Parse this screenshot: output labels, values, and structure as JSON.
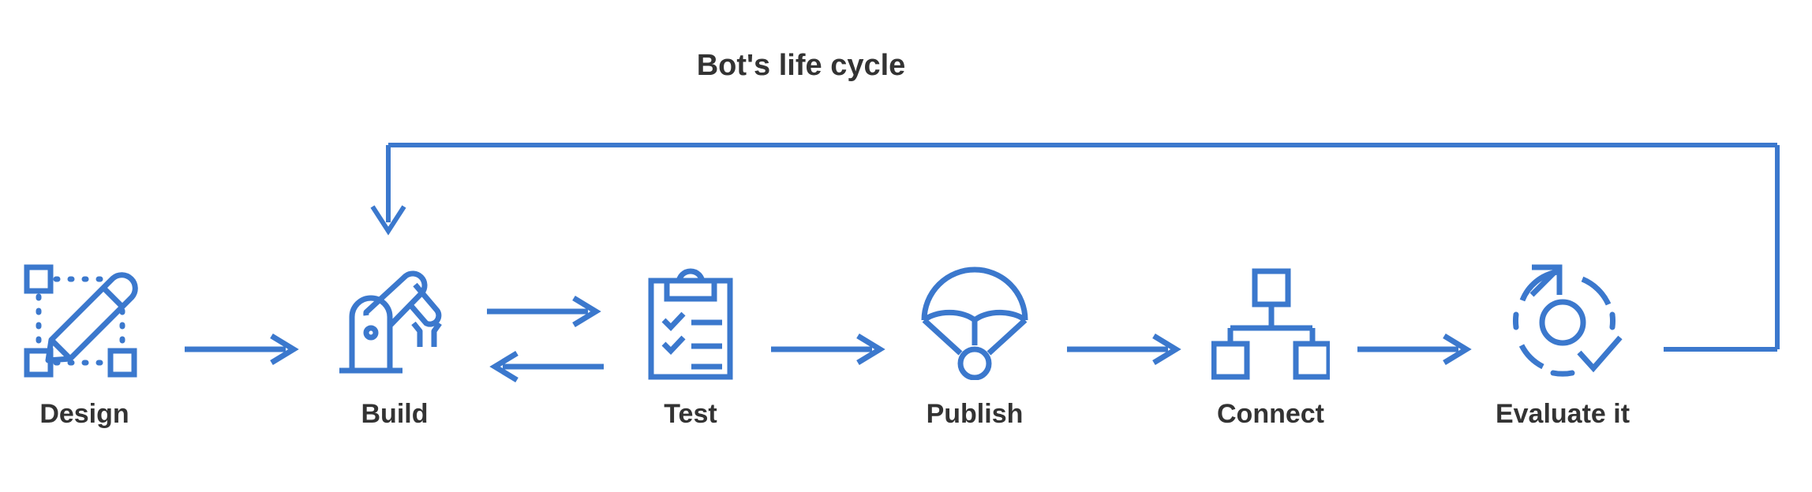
{
  "diagram": {
    "title": "Bot's life cycle",
    "type": "process-flow-cycle",
    "accent_color": "#3b78cd",
    "text_color": "#333333",
    "background_color": "#ffffff",
    "stages": [
      {
        "id": "design",
        "label": "Design",
        "icon": "pencil-selection-icon"
      },
      {
        "id": "build",
        "label": "Build",
        "icon": "robot-arm-icon"
      },
      {
        "id": "test",
        "label": "Test",
        "icon": "clipboard-checklist-icon"
      },
      {
        "id": "publish",
        "label": "Publish",
        "icon": "parachute-icon"
      },
      {
        "id": "connect",
        "label": "Connect",
        "icon": "hierarchy-icon"
      },
      {
        "id": "evaluate",
        "label": "Evaluate it",
        "icon": "refresh-check-circle-icon"
      }
    ],
    "connectors": [
      {
        "id": "design-to-build",
        "from": "design",
        "to": "build",
        "kind": "arrow-right"
      },
      {
        "id": "build-to-test",
        "from": "build",
        "to": "test",
        "kind": "arrow-right"
      },
      {
        "id": "test-to-build",
        "from": "test",
        "to": "build",
        "kind": "arrow-left"
      },
      {
        "id": "test-to-publish",
        "from": "test",
        "to": "publish",
        "kind": "arrow-right"
      },
      {
        "id": "publish-to-connect",
        "from": "publish",
        "to": "connect",
        "kind": "arrow-right"
      },
      {
        "id": "connect-to-evaluate",
        "from": "connect",
        "to": "evaluate",
        "kind": "arrow-right"
      },
      {
        "id": "evaluate-to-build",
        "from": "evaluate",
        "to": "build",
        "kind": "feedback-loop-arrow"
      }
    ]
  }
}
